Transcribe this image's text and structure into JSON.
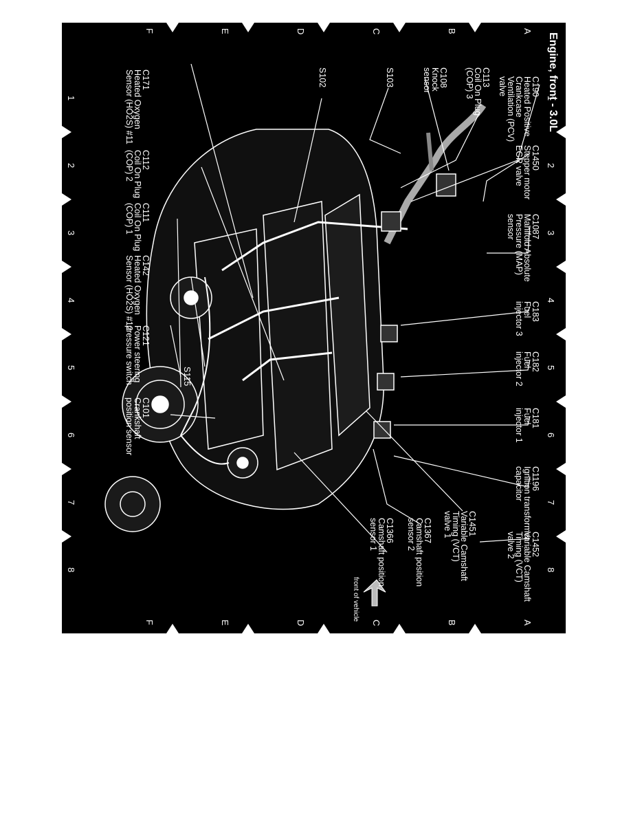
{
  "title": "Engine, front - 3.0L",
  "grid": {
    "columns": [
      "1",
      "2",
      "3",
      "4",
      "5",
      "6",
      "7",
      "8"
    ],
    "rows": [
      "A",
      "B",
      "C",
      "D",
      "E",
      "F"
    ]
  },
  "front_of_vehicle": "front of vehicle",
  "labels": {
    "c190": [
      "C190",
      "Heated Positive",
      "Crankcase",
      "Ventilation (PCV)",
      "valve"
    ],
    "c450": [
      "C1450",
      "Stepper motor",
      "EGR valve"
    ],
    "c1087": [
      "C1087",
      "Manifold Absolute",
      "Pressure (MAP)",
      "sensor"
    ],
    "c183": [
      "C183",
      "Fuel",
      "injector 3"
    ],
    "c182": [
      "C182",
      "Fuel",
      "injector 2"
    ],
    "c181": [
      "C181",
      "Fuel",
      "injector 1"
    ],
    "c1196": [
      "C1196",
      "Ignition transformer",
      "capacitor"
    ],
    "c1452": [
      "C1452",
      "Variable Camshaft",
      "Timing (VCT)",
      "valve 2"
    ],
    "c113": [
      "C113",
      "Coil On Plug",
      "(COP) 3"
    ],
    "c108": [
      "C108",
      "Knock",
      "sensor"
    ],
    "s103": [
      "S103"
    ],
    "s102": [
      "S102"
    ],
    "c171": [
      "C171",
      "Heated Oxygen",
      "Sensor (HO2S) #11"
    ],
    "c112": [
      "C112",
      "Coil On Plug",
      "(COP) 2"
    ],
    "c111": [
      "C111",
      "Coil On Plug",
      "(COP) 1"
    ],
    "c142": [
      "C142",
      "Heated Oxygen",
      "Sensor (HO2S) #12"
    ],
    "c121": [
      "C121",
      "Power steering",
      "pressure switch"
    ],
    "s115": [
      "S115"
    ],
    "c101": [
      "C101",
      "Crankshaft",
      "position sensor"
    ],
    "c1451": [
      "C1451",
      "Variable Camshaft",
      "Timing (VCT)",
      "valve 1"
    ],
    "c1367": [
      "C1367",
      "Camshaft position",
      "sensor 2"
    ],
    "c1366": [
      "C1366",
      "Camshaft position",
      "sensor 1"
    ]
  },
  "colors": {
    "background": "#000000",
    "foreground": "#ffffff",
    "page": "#ffffff"
  }
}
